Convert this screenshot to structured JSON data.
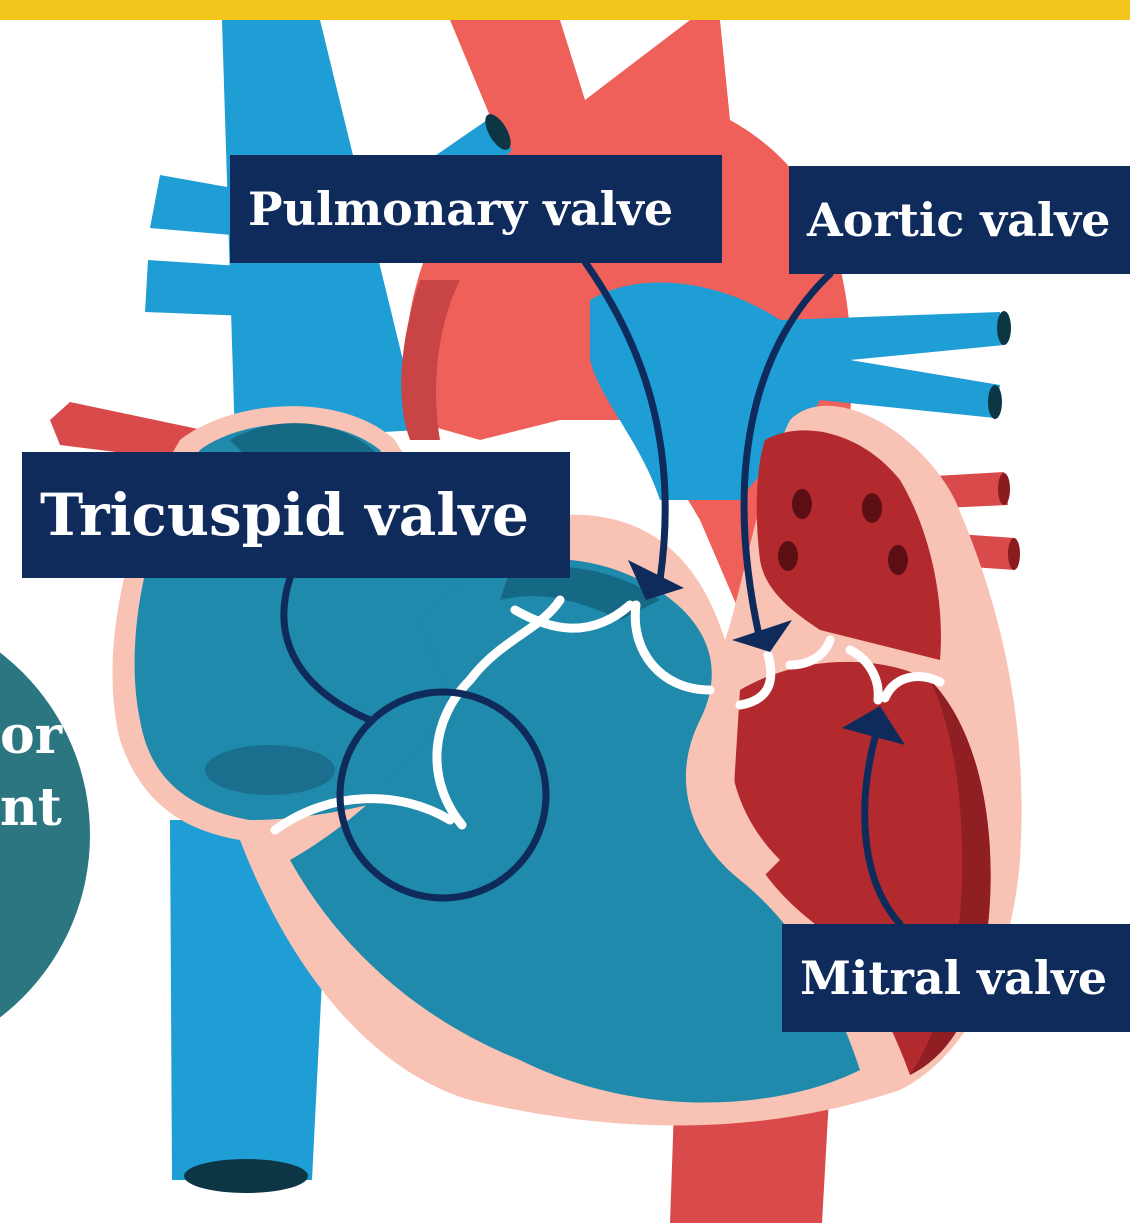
{
  "labels": {
    "pulmonary": "Pulmonary valve",
    "aortic": "Aortic valve",
    "tricuspid": "Tricuspid valve",
    "mitral": "Mitral valve"
  },
  "side_circle": {
    "line1": "or",
    "line2": "nt"
  },
  "colors": {
    "top_bar": "#f4c51a",
    "label_bg": "#0e2b5c",
    "deoxygenated": "#1e9ed4",
    "oxygenated": "#f0605a",
    "right_chamber": "#1f8aab",
    "left_chamber": "#b2292e",
    "wall": "#f8c3b4",
    "side_circle": "#2b7680"
  }
}
